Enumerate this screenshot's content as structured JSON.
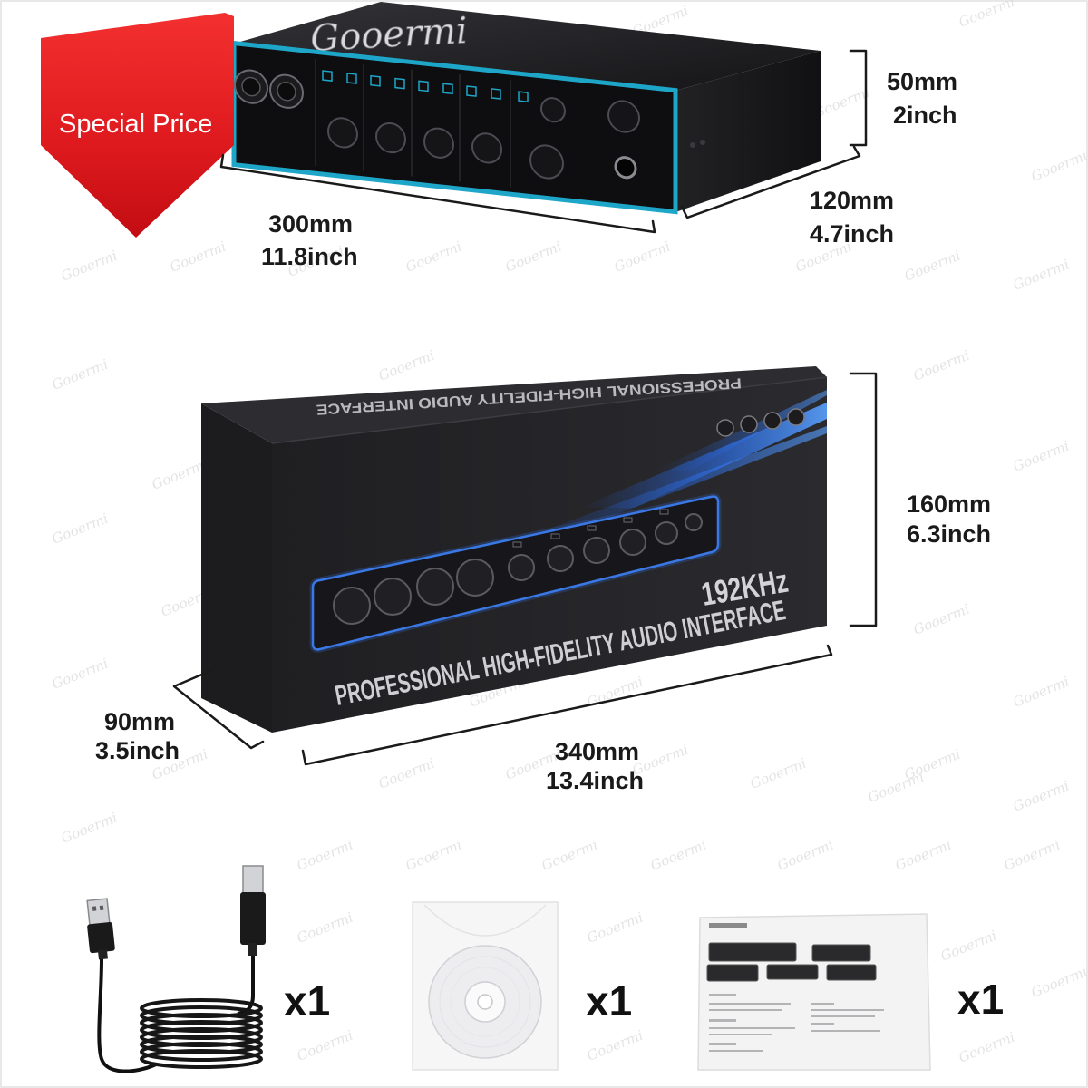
{
  "banner": {
    "label": "Special Price",
    "color": "#e01b1f"
  },
  "brand": {
    "logo_text": "Gooermi"
  },
  "device": {
    "accent_color": "#1ea6c8",
    "height": {
      "mm": "50mm",
      "inch": "2inch"
    },
    "depth": {
      "mm": "120mm",
      "inch": "4.7inch"
    },
    "width": {
      "mm": "300mm",
      "inch": "11.8inch"
    }
  },
  "box": {
    "headline": "PROFESSIONAL HIGH-FIDELITY AUDIO INTERFACE",
    "sample_rate": "192KHz",
    "top_flap_text": "PROFESSIONAL HIGH-FIDELITY AUDIO INTERFACE",
    "height": {
      "mm": "160mm",
      "inch": "6.3inch"
    },
    "depth": {
      "mm": "90mm",
      "inch": "3.5inch"
    },
    "width": {
      "mm": "340mm",
      "inch": "13.4inch"
    }
  },
  "accessories": [
    {
      "icon": "usb-cable-icon",
      "quantity": "x1"
    },
    {
      "icon": "cd-disc-icon",
      "quantity": "x1"
    },
    {
      "icon": "user-manual-icon",
      "quantity": "x1"
    }
  ],
  "watermark": {
    "text": "Gooermi"
  }
}
